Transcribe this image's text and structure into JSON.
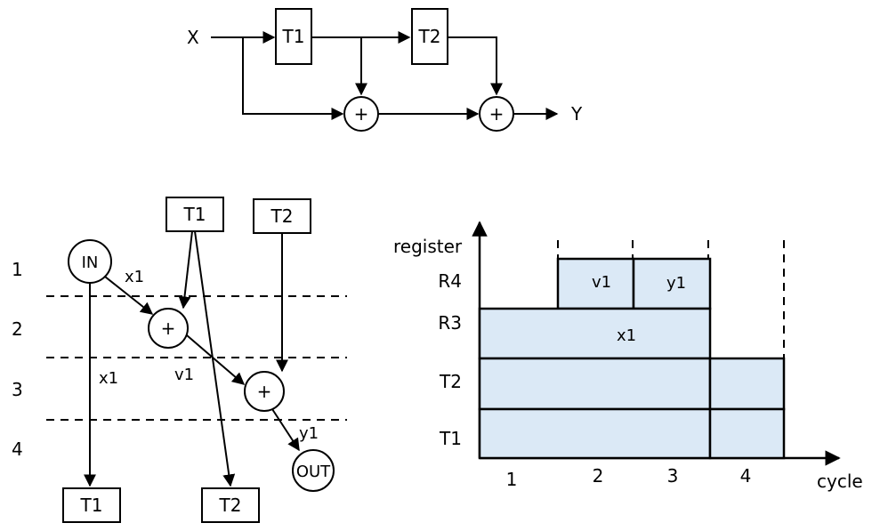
{
  "block_diagram": {
    "input_label": "X",
    "output_label": "Y",
    "delay1": "T1",
    "delay2": "T2",
    "adder_symbol": "+"
  },
  "dfg": {
    "step_labels": [
      "1",
      "2",
      "3",
      "4"
    ],
    "in_node": "IN",
    "out_node": "OUT",
    "top_t1": "T1",
    "top_t2": "T2",
    "bottom_t1": "T1",
    "bottom_t2": "T2",
    "adder1": "+",
    "adder2": "+",
    "edge_x1_a": "x1",
    "edge_x1_b": "x1",
    "edge_v1": "v1",
    "edge_y1": "y1"
  },
  "lifetime_chart": {
    "y_axis_title": "register",
    "x_axis_title": "cycle",
    "rows": [
      "R4",
      "R3",
      "T2",
      "T1"
    ],
    "cycles": [
      "1",
      "2",
      "3",
      "4"
    ],
    "cells": {
      "r4_first": "v1",
      "r4_second": "y1",
      "r3": "x1"
    }
  }
}
